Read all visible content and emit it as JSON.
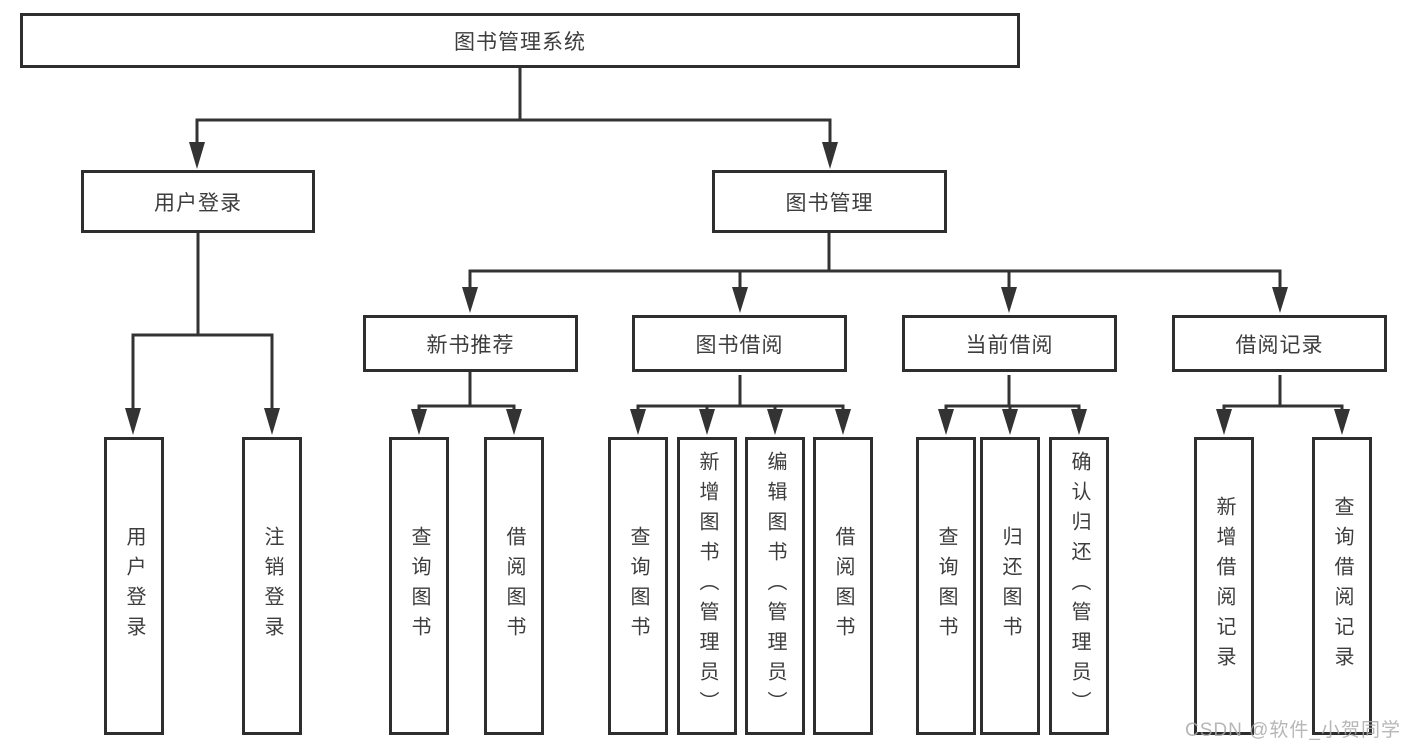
{
  "nodes": {
    "root": "图书管理系统",
    "branches": [
      "用户登录",
      "图书管理"
    ],
    "modules": [
      "新书推荐",
      "图书借阅",
      "当前借阅",
      "借阅记录"
    ],
    "leaves": [
      "用户登录",
      "注销登录",
      "查询图书",
      "借阅图书",
      "查询图书",
      "新增图书（管理员）",
      "编辑图书（管理员）",
      "借阅图书",
      "查询图书",
      "归还图书",
      "确认归还（管理员）",
      "新增借阅记录",
      "查询借阅记录"
    ]
  },
  "watermark": "CSDN @软件_小贺同学",
  "colors": {
    "line": "#333333",
    "box_border": "#2e2e2e",
    "text": "#3d3d3d",
    "watermark": "#aaaaaa",
    "background": "#ffffff"
  }
}
